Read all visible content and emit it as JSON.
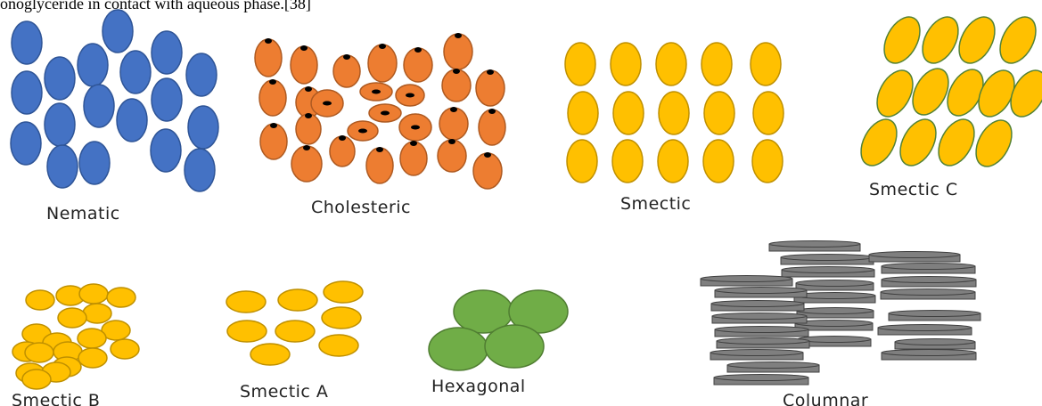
{
  "caption_fragment": "onoglyceride in contact with aqueous phase.[38]",
  "phases": [
    {
      "id": "nematic",
      "label": "Nematic"
    },
    {
      "id": "cholesteric",
      "label": "Cholesteric"
    },
    {
      "id": "smectic",
      "label": "Smectic"
    },
    {
      "id": "smectic-c",
      "label": "Smectic C"
    },
    {
      "id": "smectic-b",
      "label": "Smectic B"
    },
    {
      "id": "smectic-a",
      "label": "Smectic A"
    },
    {
      "id": "hexagonal",
      "label": "Hexagonal"
    },
    {
      "id": "columnar",
      "label": "Columnar"
    }
  ],
  "colors": {
    "nematic_fill": "#4472C4",
    "nematic_stroke": "#2F5597",
    "cholesteric_fill": "#ED7D31",
    "cholesteric_stroke": "#AE5A21",
    "cholesteric_dot": "#000000",
    "gold_fill": "#FFC000",
    "gold_stroke": "#BF9000",
    "smectic_c_stroke": "#548235",
    "hexagonal_fill": "#70AD47",
    "hexagonal_stroke": "#507E32",
    "columnar_fill": "#7F7F7F",
    "columnar_stroke": "#404040"
  }
}
